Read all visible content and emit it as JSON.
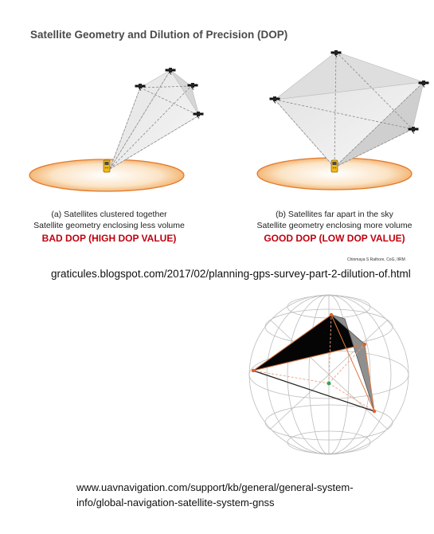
{
  "title": "Satellite Geometry and Dilution of Precision (DOP)",
  "panel_a": {
    "caption_line1": "(a) Satellites clustered together",
    "caption_line2": "Satellite geometry enclosing less volume",
    "verdict": "BAD DOP (HIGH DOP VALUE)"
  },
  "panel_b": {
    "caption_line1": "(b) Satellites far apart in the sky",
    "caption_line2": "Satellite geometry enclosing more volume",
    "verdict": "GOOD DOP (LOW DOP VALUE)"
  },
  "credit": "Chinmaya S Rathore, CoG, IIRM",
  "source_url_1": "graticules.blogspot.com/2017/02/planning-gps-survey-part-2-dilution-of.html",
  "source_url_2_line1": "www.uavnavigation.com/support/kb/general/general-system-",
  "source_url_2_line2": "info/global-navigation-satellite-system-gnss",
  "colors": {
    "verdict_red": "#c0000f",
    "ground_fill": "#f6c48a",
    "ground_edge": "#e0782a",
    "receiver": "#f0b81a"
  },
  "icons": [
    "satellite-icon",
    "gps-receiver-icon",
    "celestial-sphere"
  ]
}
